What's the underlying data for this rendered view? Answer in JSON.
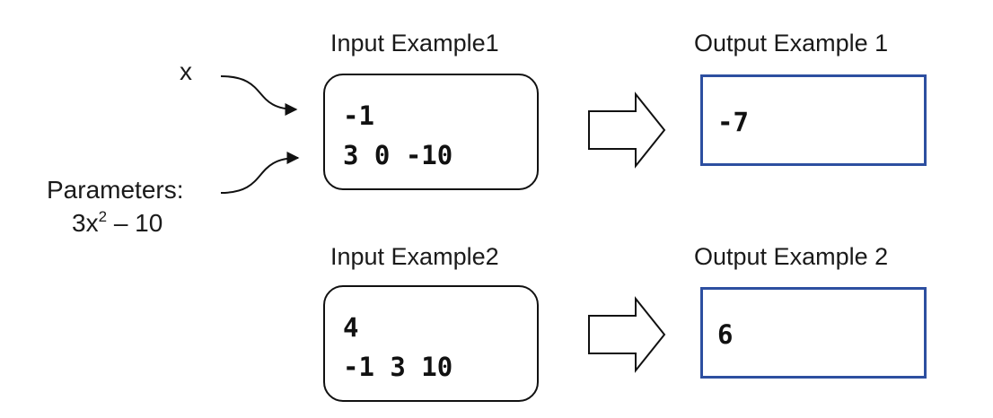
{
  "labels": {
    "x": "x",
    "parameters": "Parameters:",
    "formula_base": "3x",
    "formula_exp": "2",
    "formula_rest": " – 10"
  },
  "examples": [
    {
      "input_title": "Input Example1",
      "input_lines": [
        "-1",
        "3 0 -10"
      ],
      "output_title": "Output Example 1",
      "output_value": "-7"
    },
    {
      "input_title": "Input Example2",
      "input_lines": [
        "4",
        "-1 3 10"
      ],
      "output_title": "Output Example 2",
      "output_value": "6"
    }
  ],
  "colors": {
    "output_border": "#2d4fa0",
    "line": "#111111"
  },
  "icons": [
    "right-outline-arrow-icon",
    "curved-arrow-icon"
  ]
}
